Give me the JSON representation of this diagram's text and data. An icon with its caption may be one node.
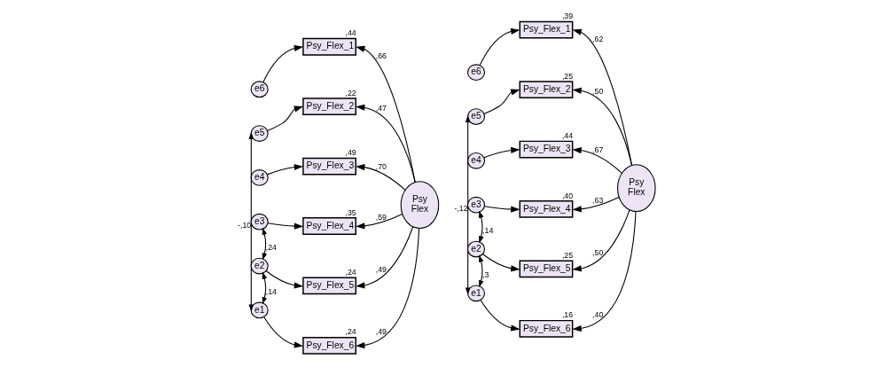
{
  "diagram": {
    "nodes": [
      {
        "text": [
          "e6"
        ]
      },
      {
        "text": [
          "e5"
        ]
      },
      {
        "text": [
          "e4"
        ]
      },
      {
        "text": [
          "e3"
        ]
      },
      {
        "text": [
          "e2"
        ]
      },
      {
        "text": [
          "e1"
        ]
      },
      {
        "text": [
          "Psy_Flex_1"
        ],
        "beside": [
          ",44"
        ]
      },
      {
        "text": [
          "Psy_Flex_2"
        ],
        "beside": [
          ",22"
        ]
      },
      {
        "text": [
          "Psy_Flex_3"
        ],
        "beside": [
          ",49"
        ]
      },
      {
        "text": [
          "Psy_Flex_4"
        ],
        "beside": [
          ",35"
        ]
      },
      {
        "text": [
          "Psy_Flex_5"
        ],
        "beside": [
          ",24"
        ]
      },
      {
        "text": [
          "Psy_Flex_6"
        ],
        "beside": [
          ",24"
        ]
      },
      {
        "text": [
          "Psy Flex"
        ]
      },
      {
        "text": [
          "e6"
        ]
      },
      {
        "text": [
          "e5"
        ]
      },
      {
        "text": [
          "e4"
        ]
      },
      {
        "text": [
          "e3"
        ]
      },
      {
        "text": [
          "e2"
        ]
      },
      {
        "text": [
          "e1"
        ]
      },
      {
        "text": [
          "Psy_Flex_1"
        ],
        "beside": [
          ",39"
        ]
      },
      {
        "text": [
          "Psy_Flex_2"
        ],
        "beside": [
          ",25"
        ]
      },
      {
        "text": [
          "Psy_Flex_3"
        ],
        "beside": [
          ",44"
        ]
      },
      {
        "text": [
          "Psy_Flex_4"
        ],
        "beside": [
          ",40"
        ]
      },
      {
        "text": [
          "Psy_Flex_5"
        ],
        "beside": [
          ",25"
        ]
      },
      {
        "text": [
          "Psy_Flex_6"
        ],
        "beside": [
          ",16"
        ]
      },
      {
        "text": [
          "Psy Flex"
        ]
      }
    ],
    "edges": [
      {
        "from": 0,
        "to": 6,
        "arrow": "to"
      },
      {
        "from": 1,
        "to": 7,
        "arrow": "to"
      },
      {
        "from": 2,
        "to": 8,
        "arrow": "to"
      },
      {
        "from": 3,
        "to": 9,
        "arrow": "to"
      },
      {
        "from": 4,
        "to": 10,
        "arrow": "to"
      },
      {
        "from": 5,
        "to": 11,
        "arrow": "to"
      },
      {
        "from": 12,
        "to": 6,
        "arrow": "to",
        "label": ",66"
      },
      {
        "from": 12,
        "to": 7,
        "arrow": "to",
        "label": ",47"
      },
      {
        "from": 12,
        "to": 8,
        "arrow": "to",
        "label": ",70"
      },
      {
        "from": 12,
        "to": 9,
        "arrow": "to",
        "label": ",59"
      },
      {
        "from": 12,
        "to": 10,
        "arrow": "to",
        "label": ",49"
      },
      {
        "from": 12,
        "to": 11,
        "arrow": "to",
        "label": ",49"
      },
      {
        "from": 1,
        "to": 5,
        "arrow": "both",
        "label": "-,10"
      },
      {
        "from": 3,
        "to": 4,
        "arrow": "both",
        "label": ",24"
      },
      {
        "from": 4,
        "to": 5,
        "arrow": "both",
        "label": ",14"
      },
      {
        "from": 13,
        "to": 19,
        "arrow": "to"
      },
      {
        "from": 14,
        "to": 20,
        "arrow": "to"
      },
      {
        "from": 15,
        "to": 21,
        "arrow": "to"
      },
      {
        "from": 16,
        "to": 22,
        "arrow": "to"
      },
      {
        "from": 17,
        "to": 23,
        "arrow": "to"
      },
      {
        "from": 18,
        "to": 24,
        "arrow": "to"
      },
      {
        "from": 25,
        "to": 19,
        "arrow": "to",
        "label": ",62"
      },
      {
        "from": 25,
        "to": 20,
        "arrow": "to",
        "label": ",50"
      },
      {
        "from": 25,
        "to": 21,
        "arrow": "to",
        "label": ",67"
      },
      {
        "from": 25,
        "to": 22,
        "arrow": "to",
        "label": ",63"
      },
      {
        "from": 25,
        "to": 23,
        "arrow": "to",
        "label": ",50"
      },
      {
        "from": 25,
        "to": 24,
        "arrow": "to",
        "label": ",40"
      },
      {
        "from": 14,
        "to": 18,
        "arrow": "both",
        "label": "-,12"
      },
      {
        "from": 16,
        "to": 17,
        "arrow": "both",
        "label": ",14"
      },
      {
        "from": 17,
        "to": 18,
        "arrow": "both",
        "label": ",3"
      }
    ]
  }
}
